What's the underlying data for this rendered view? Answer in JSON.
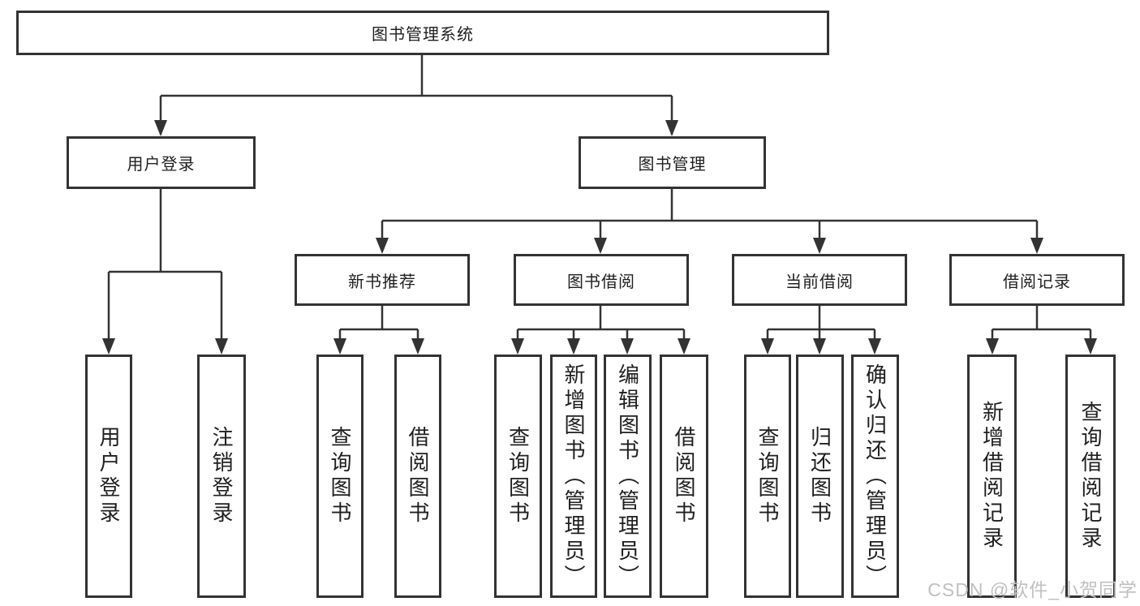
{
  "colors": {
    "line": "#333333",
    "text": "#1f1f1f",
    "watermark": "#c0c0c0"
  },
  "tree": {
    "root": {
      "label": "图书管理系统"
    },
    "login": {
      "label": "用户登录",
      "children": [
        {
          "label": "用户登录"
        },
        {
          "label": "注销登录"
        }
      ]
    },
    "mgmt": {
      "label": "图书管理",
      "groups": [
        {
          "label": "新书推荐",
          "children": [
            {
              "label": "查询图书"
            },
            {
              "label": "借阅图书"
            }
          ]
        },
        {
          "label": "图书借阅",
          "children": [
            {
              "label": "查询图书"
            },
            {
              "label": "新增图书（管理员）"
            },
            {
              "label": "编辑图书（管理员）"
            },
            {
              "label": "借阅图书"
            }
          ]
        },
        {
          "label": "当前借阅",
          "children": [
            {
              "label": "查询图书"
            },
            {
              "label": "归还图书"
            },
            {
              "label": "确认归还（管理员）"
            }
          ]
        },
        {
          "label": "借阅记录",
          "children": [
            {
              "label": "新增借阅记录"
            },
            {
              "label": "查询借阅记录"
            }
          ]
        }
      ]
    }
  },
  "watermark": {
    "text": "CSDN @软件_小贺同学"
  }
}
